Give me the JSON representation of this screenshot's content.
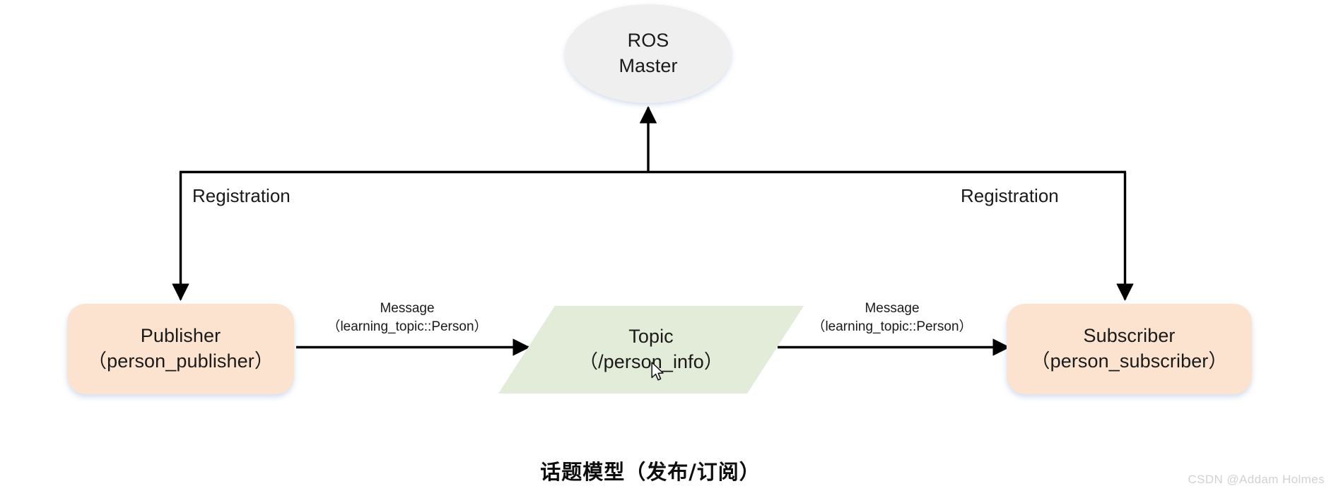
{
  "diagram": {
    "caption": "话题模型（发布/订阅）",
    "watermark": "CSDN @Addam Holmes",
    "colors": {
      "background": "#ffffff",
      "master_fill": "#efefef",
      "node_fill": "#fce3d0",
      "topic_fill": "#e3ebd9",
      "edge_stroke": "#000000",
      "text": "#1a1a1a",
      "watermark_text": "#d2d2d2"
    },
    "nodes": [
      {
        "id": "ros-master",
        "shape": "ellipse",
        "line1": "ROS",
        "line2": "Master"
      },
      {
        "id": "publisher",
        "shape": "rounded-rect",
        "line1": "Publisher",
        "line2": "（person_publisher）"
      },
      {
        "id": "topic",
        "shape": "parallelogram",
        "line1": "Topic",
        "line2": "（/person_info）"
      },
      {
        "id": "subscriber",
        "shape": "rounded-rect",
        "line1": "Subscriber",
        "line2": "（person_subscriber）"
      }
    ],
    "edges": [
      {
        "id": "publisher-to-master",
        "from": "publisher",
        "to": "ros-master",
        "label": "Registration",
        "direction": "bidirectional-elbow"
      },
      {
        "id": "subscriber-to-master",
        "from": "subscriber",
        "to": "ros-master",
        "label": "Registration",
        "direction": "bidirectional-elbow"
      },
      {
        "id": "publisher-to-topic",
        "from": "publisher",
        "to": "topic",
        "label_line1": "Message",
        "label_line2": "（learning_topic::Person）",
        "direction": "right"
      },
      {
        "id": "topic-to-subscriber",
        "from": "topic",
        "to": "subscriber",
        "label_line1": "Message",
        "label_line2": "（learning_topic::Person）",
        "direction": "right"
      }
    ]
  }
}
